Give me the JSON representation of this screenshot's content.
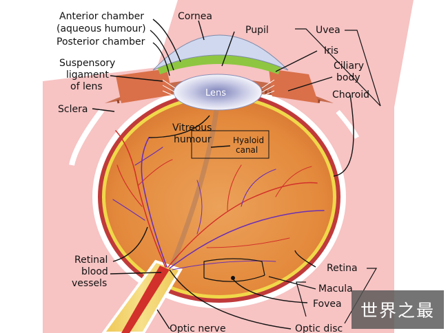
{
  "labels": {
    "anterior_chamber": "Anterior chamber",
    "aqueous_humour": "(aqueous humour)",
    "posterior_chamber": "Posterior chamber",
    "suspensory_1": "Suspensory",
    "suspensory_2": "ligament",
    "suspensory_3": "of lens",
    "sclera": "Sclera",
    "cornea": "Cornea",
    "pupil": "Pupil",
    "uvea": "Uvea",
    "iris": "Iris",
    "ciliary_1": "Ciliary",
    "ciliary_2": "body",
    "choroid": "Choroid",
    "lens": "Lens",
    "vitreous_1": "Vitreous",
    "vitreous_2": "humour",
    "hyaloid_1": "Hyaloid",
    "hyaloid_2": "canal",
    "retinal_1": "Retinal",
    "retinal_2": "blood",
    "retinal_3": "vessels",
    "retina": "Retina",
    "macula": "Macula",
    "fovea": "Fovea",
    "optic_nerve": "Optic nerve",
    "optic_disc": "Optic disc"
  },
  "watermark": "世界之最",
  "colors": {
    "background_pink": "#f7c3c3",
    "globe_orange": "#e38a3c",
    "sclera_white": "#ffffff",
    "choroid_red": "#c03a3a",
    "retina_yellow": "#f0d84a",
    "iris_green": "#8ec641",
    "cornea_blue": "#cfd8ef",
    "vessel_red": "#d2302a",
    "vessel_purple": "#6a2fb5",
    "optic_nerve_yellow": "#f2d46a"
  }
}
